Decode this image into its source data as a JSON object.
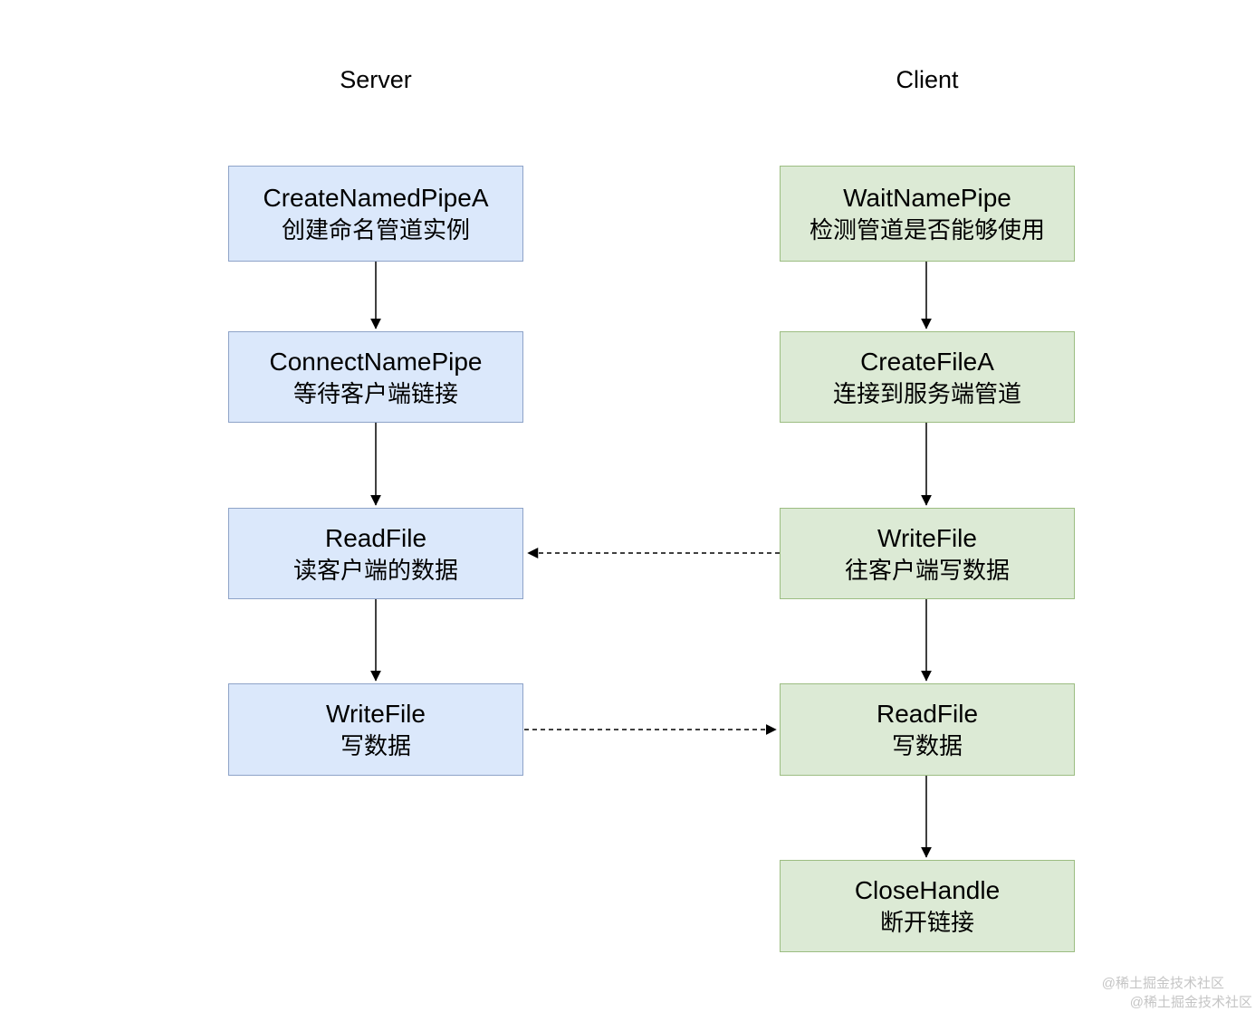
{
  "diagram": {
    "server": {
      "title": "Server",
      "steps": [
        {
          "api": "CreateNamedPipeA",
          "desc": "创建命名管道实例"
        },
        {
          "api": "ConnectNamePipe",
          "desc": "等待客户端链接"
        },
        {
          "api": "ReadFile",
          "desc": "读客户端的数据"
        },
        {
          "api": "WriteFile",
          "desc": "写数据"
        }
      ]
    },
    "client": {
      "title": "Client",
      "steps": [
        {
          "api": "WaitNamePipe",
          "desc": "检测管道是否能够使用"
        },
        {
          "api": "CreateFileA",
          "desc": "连接到服务端管道"
        },
        {
          "api": "WriteFile",
          "desc": "往客户端写数据"
        },
        {
          "api": "ReadFile",
          "desc": "写数据"
        },
        {
          "api": "CloseHandle",
          "desc": "断开链接"
        }
      ]
    },
    "connections": {
      "dashed_left": "Client WriteFile → Server ReadFile",
      "dashed_right": "Server WriteFile → Client ReadFile"
    }
  },
  "watermark": {
    "line1": "@稀土掘金技术社区",
    "line2": "@稀土掘金技术社区"
  },
  "colors": {
    "server_fill": "#dbe8fb",
    "server_border": "#8ea3c8",
    "client_fill": "#dcead5",
    "client_border": "#9cbd82",
    "arrow": "#000000",
    "watermark": "#c5c5c5"
  }
}
